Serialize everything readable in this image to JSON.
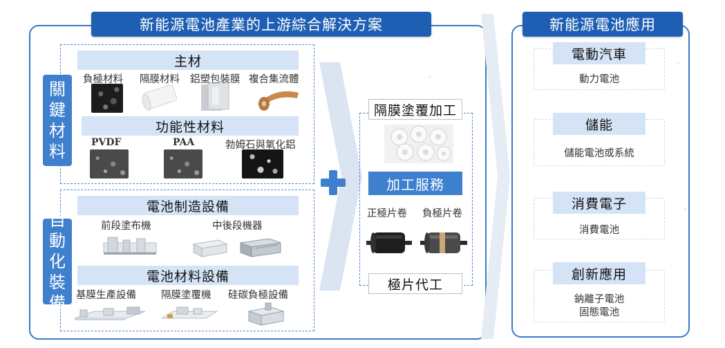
{
  "main_title": "新能源電池產業的上游綜合解決方案",
  "app_title": "新能源電池應用",
  "key_materials": {
    "side_label": [
      "關",
      "鍵",
      "材",
      "料"
    ],
    "main": {
      "header": "主材",
      "items": [
        "負極材料",
        "隔膜材料",
        "鋁塑包裝膜",
        "複合集流體"
      ]
    },
    "functional": {
      "header": "功能性材料",
      "items": [
        "PVDF",
        "PAA",
        "勃姆石與氧化鋁"
      ]
    }
  },
  "automation": {
    "side_label": [
      "自",
      "動",
      "化",
      "裝",
      "備"
    ],
    "manufacturing": {
      "header": "電池制造設備",
      "items": [
        "前段塗布機",
        "中後段機器"
      ]
    },
    "materials": {
      "header": "電池材料設備",
      "items": [
        "基膜生產設備",
        "隔膜塗覆機",
        "硅碳負極設備"
      ]
    }
  },
  "processing": {
    "coating": "隔膜塗覆加工",
    "service": "加工服務",
    "items": [
      "正極片卷",
      "負極片卷"
    ],
    "oem": "極片代工"
  },
  "applications": [
    {
      "title": "電動汽車",
      "subs": [
        "動力電池"
      ]
    },
    {
      "title": "儲能",
      "subs": [
        "儲能電池或系統"
      ]
    },
    {
      "title": "消費電子",
      "subs": [
        "消費電池"
      ]
    },
    {
      "title": "創新應用",
      "subs": [
        "鈉離子電池",
        "固態電池"
      ]
    }
  ],
  "colors": {
    "banner": "#1f5fb3",
    "accent": "#3e7fce",
    "light": "#d4e4f6",
    "frame": "#3a78c9"
  }
}
